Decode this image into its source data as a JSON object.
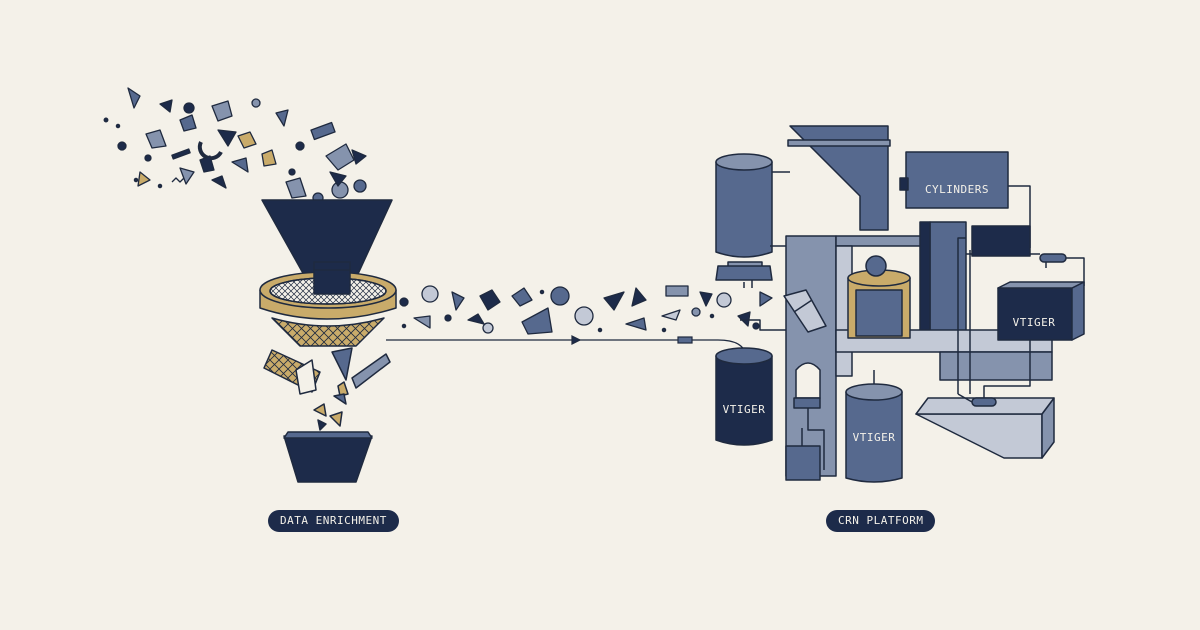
{
  "labels": {
    "data_enrichment": "DATA ENRICHMENT",
    "crm_platform": "CRN PLATFORM",
    "cylinders": "CYLINDERS",
    "vtiger_tank_left": "VTIGER",
    "vtiger_tank_center": "VTIGER",
    "vtiger_box_right": "VTIGER"
  },
  "colors": {
    "background": "#f4f1e9",
    "navy": "#1d2b4a",
    "slate": "#56698e",
    "steel": "#8593ad",
    "pale": "#c3c9d6",
    "tan": "#c9ab6a",
    "outline": "#1f2a3f"
  }
}
